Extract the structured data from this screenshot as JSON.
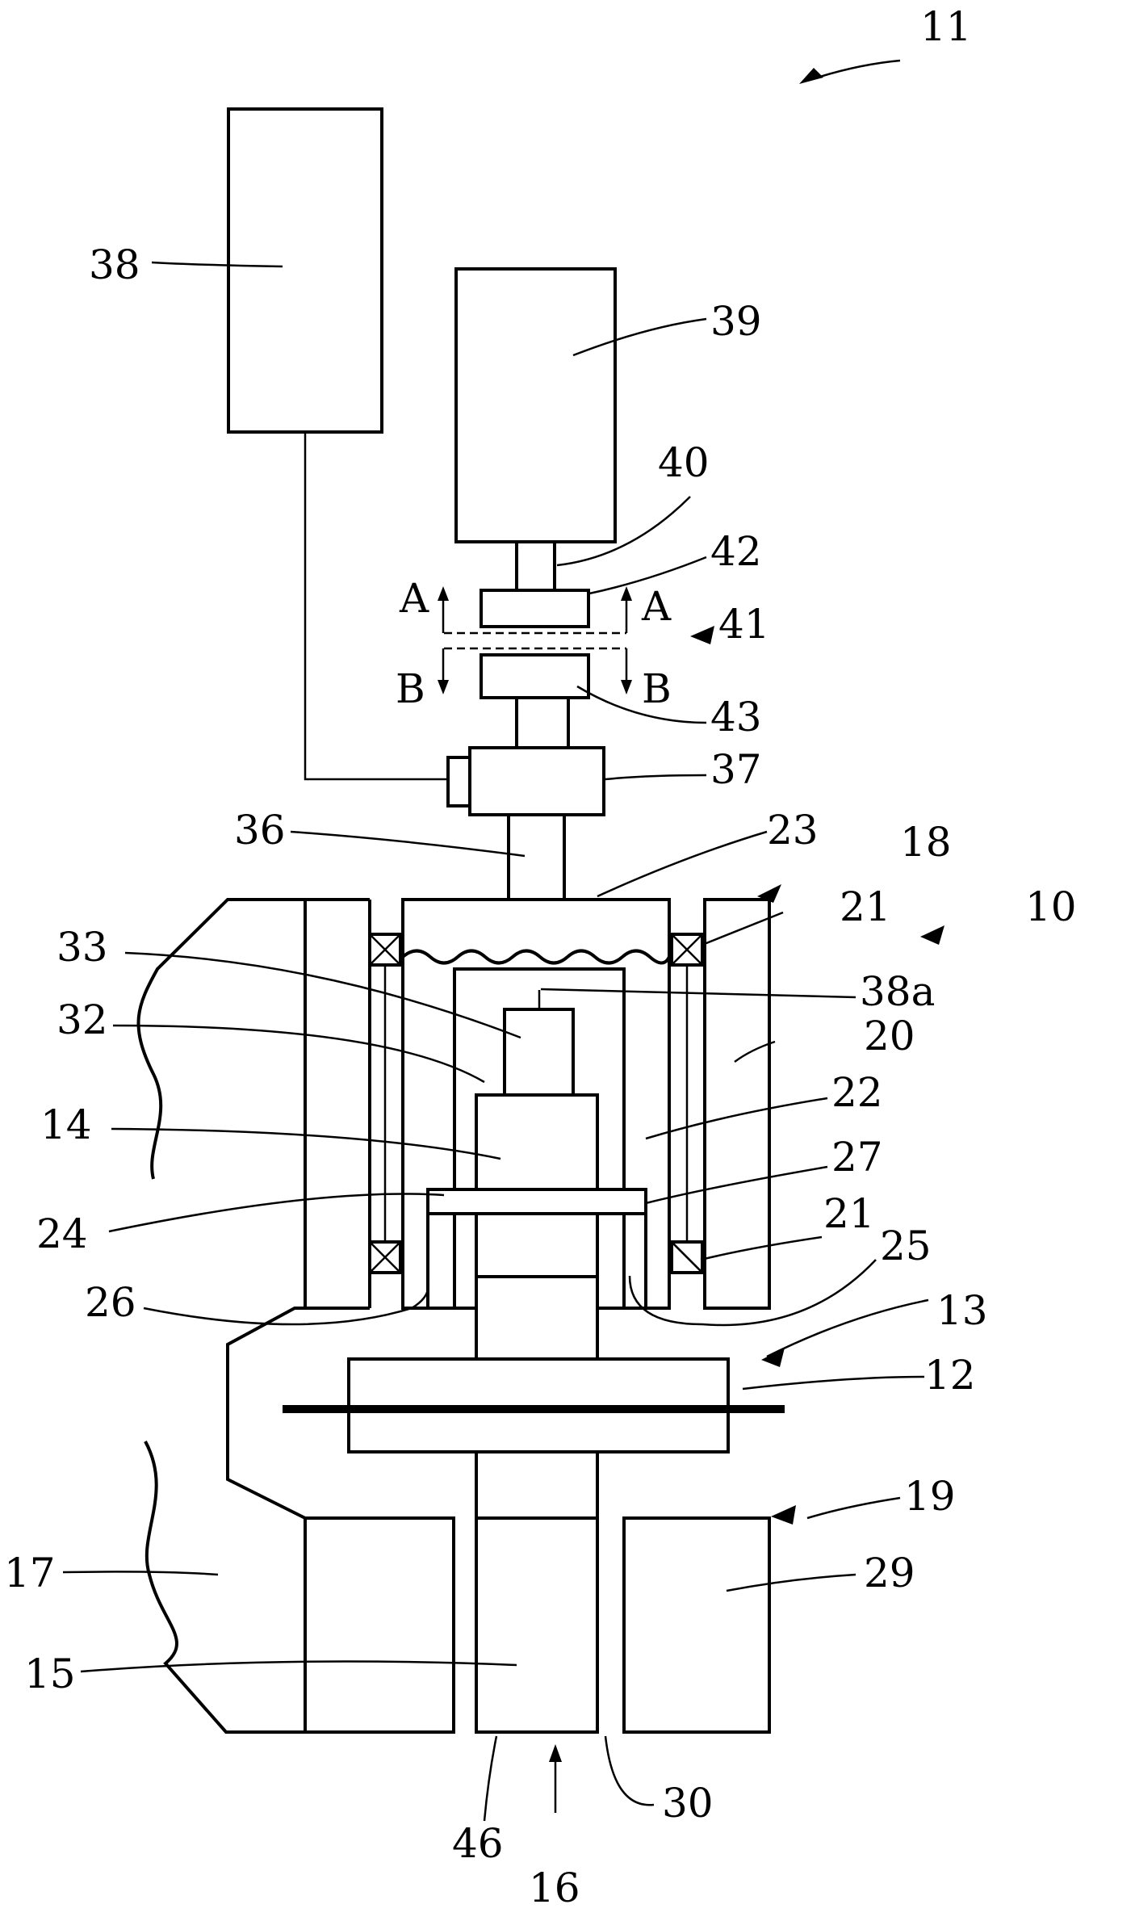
{
  "figure": {
    "ref_labels": {
      "l11": "11",
      "l38": "38",
      "l39": "39",
      "l40": "40",
      "l42": "42",
      "l41": "41",
      "l43": "43",
      "l37": "37",
      "l36": "36",
      "l23": "23",
      "l18": "18",
      "l10": "10",
      "l21a": "21",
      "l33": "33",
      "l38a": "38a",
      "l32": "32",
      "l20": "20",
      "l22": "22",
      "l14": "14",
      "l27": "27",
      "l24": "24",
      "l21b": "21",
      "l25": "25",
      "l26": "26",
      "l13": "13",
      "l12": "12",
      "l19": "19",
      "l17": "17",
      "l29": "29",
      "l15": "15",
      "l30": "30",
      "l46": "46",
      "l16": "16"
    },
    "direction_labels": {
      "a_left": "A",
      "a_right": "A",
      "b_left": "B",
      "b_right": "B"
    }
  }
}
